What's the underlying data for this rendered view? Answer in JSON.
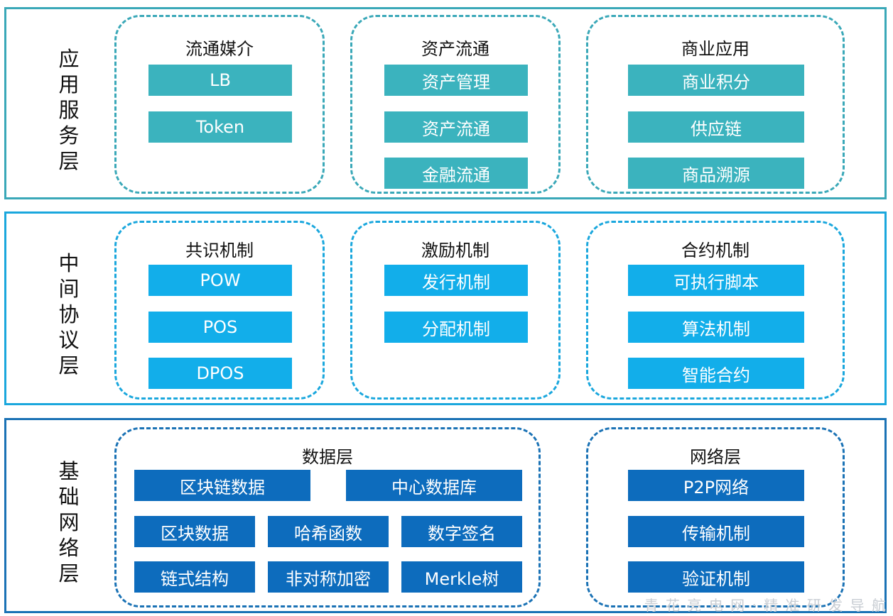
{
  "layers": [
    {
      "title": [
        "应",
        "用",
        "服",
        "务",
        "层"
      ],
      "groups": [
        {
          "title": "流通媒介",
          "items": [
            "LB",
            "Token"
          ]
        },
        {
          "title": "资产流通",
          "items": [
            "资产管理",
            "资产流通",
            "金融流通"
          ]
        },
        {
          "title": "商业应用",
          "items": [
            "商业积分",
            "供应链",
            "商品溯源"
          ]
        }
      ]
    },
    {
      "title": [
        "中",
        "间",
        "协",
        "议",
        "层"
      ],
      "groups": [
        {
          "title": "共识机制",
          "items": [
            "POW",
            "POS",
            "DPOS"
          ]
        },
        {
          "title": "激励机制",
          "items": [
            "发行机制",
            "分配机制"
          ]
        },
        {
          "title": "合约机制",
          "items": [
            "可执行脚本",
            "算法机制",
            "智能合约"
          ]
        }
      ]
    },
    {
      "title": [
        "基",
        "础",
        "网",
        "络",
        "层"
      ],
      "groups": [
        {
          "title": "数据层",
          "items": [
            "区块链数据",
            "中心数据库",
            "区块数据",
            "哈希函数",
            "数字签名",
            "链式结构",
            "非对称加密",
            "Merkle树"
          ]
        },
        {
          "title": "网络层",
          "items": [
            "P2P网络",
            "传输机制",
            "验证机制"
          ]
        }
      ]
    }
  ],
  "watermark": "青 花 亮 电 网 · 精 准 研 发 导 航"
}
